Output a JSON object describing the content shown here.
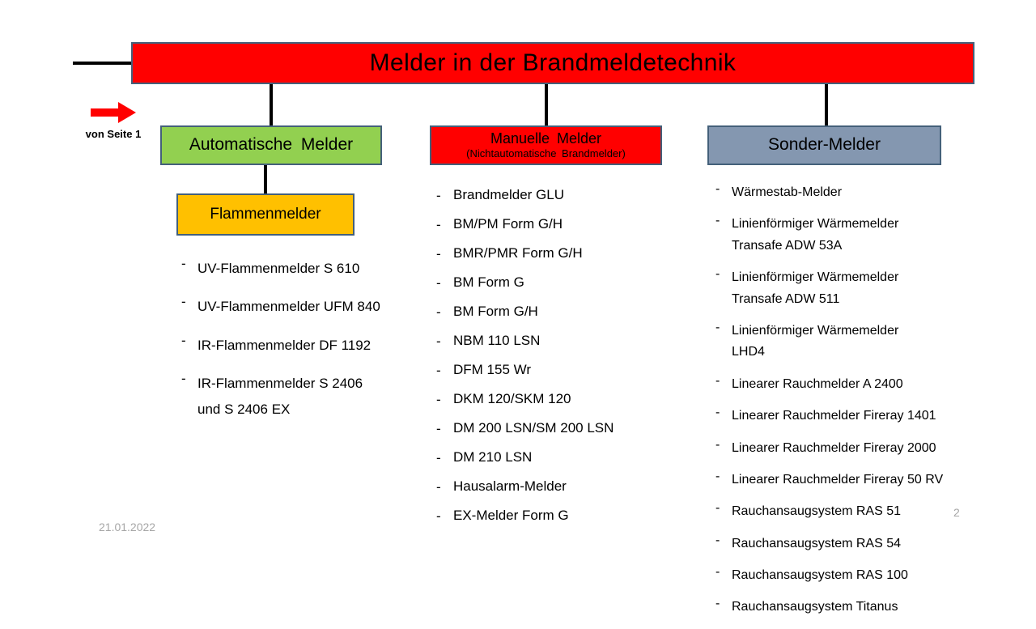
{
  "slide": {
    "title": "Melder in der Brandmeldetechnik",
    "date": "21.01.2022",
    "page_number": "2"
  },
  "from_page": {
    "icon": "red-right-arrow-icon",
    "caption": "von Seite 1"
  },
  "nodes": {
    "automatic": {
      "label": "Automatische  Melder",
      "color": "#92D050"
    },
    "manual": {
      "label": "Manuelle  Melder",
      "sublabel": "(Nichtautomatische  Brandmelder)",
      "color": "#FF0000"
    },
    "special": {
      "label": "Sonder-Melder",
      "color": "#8497B0"
    },
    "flame": {
      "label": "Flammenmelder",
      "color": "#FFC000"
    }
  },
  "colors": {
    "title_box": "#FF0000",
    "border": "#44607A",
    "connector": "#000000",
    "arrow": "#FF0000",
    "footer_text": "#A6A6A6"
  },
  "bullet": "-",
  "lists": {
    "flame_detectors": [
      "UV-Flammenmelder S 610",
      " UV-Flammenmelder UFM 840",
      "IR-Flammenmelder DF 1192",
      "IR-Flammenmelder S 2406\n und S 2406 EX"
    ],
    "manual_detectors": [
      "Brandmelder GLU",
      "BM/PM Form G/H",
      "BMR/PMR Form G/H",
      "BM Form G",
      "BM Form G/H",
      "NBM 110 LSN",
      "DFM 155 Wr",
      "DKM 120/SKM 120",
      "DM 200 LSN/SM 200 LSN",
      "DM 210 LSN",
      "Hausalarm-Melder",
      "EX-Melder Form G"
    ],
    "special_detectors": [
      "Wärmestab-Melder",
      "Linienförmiger Wärmemelder\nTransafe ADW 53A",
      "Linienförmiger Wärmemelder\nTransafe ADW 511",
      "Linienförmiger Wärmemelder\n LHD4",
      "Linearer Rauchmelder A 2400",
      "Linearer Rauchmelder Fireray 1401",
      "Linearer Rauchmelder Fireray 2000",
      "Linearer Rauchmelder Fireray 50 RV",
      "Rauchansaugsystem RAS 51",
      "Rauchansaugsystem RAS 54",
      "Rauchansaugsystem RAS 100",
      "Rauchansaugsystem Titanus"
    ]
  }
}
